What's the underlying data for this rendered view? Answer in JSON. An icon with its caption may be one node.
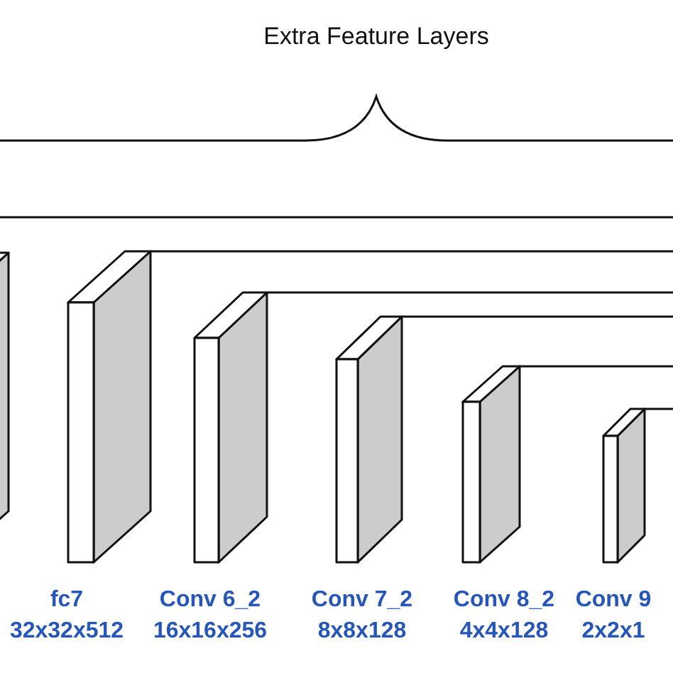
{
  "diagram": {
    "nodes": [
      {
        "text": [],
        "shape": "box"
      },
      {
        "text": [
          "fc7",
          "32x32x512"
        ]
      },
      {
        "text": [
          "Conv 6_2",
          "16x16x256"
        ]
      },
      {
        "text": [
          "Conv 7_2",
          "8x8x128"
        ]
      },
      {
        "text": [
          "Conv 8_2",
          "4x4x128"
        ]
      },
      {
        "text": [
          "Conv 9",
          "2x2x1"
        ]
      }
    ],
    "edges": [
      {
        "from": 1,
        "to": null,
        "arrow": "none"
      },
      {
        "from": 2,
        "to": null,
        "arrow": "none"
      },
      {
        "from": 3,
        "to": null,
        "arrow": "none"
      },
      {
        "from": 4,
        "to": null,
        "arrow": "none"
      },
      {
        "from": 5,
        "to": null,
        "arrow": "none"
      }
    ],
    "labels": [
      "Extra Feature Layers"
    ]
  }
}
